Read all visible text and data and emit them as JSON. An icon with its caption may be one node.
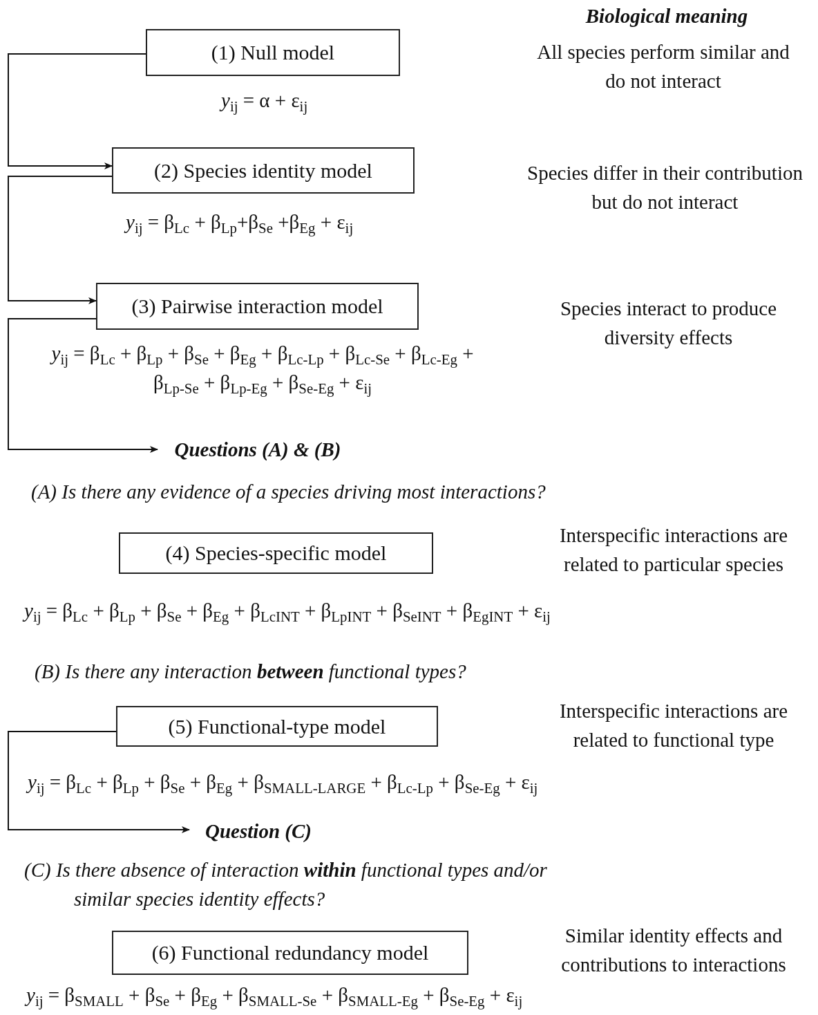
{
  "diagram": {
    "nodes": [
      {
        "text": [
          "(1) Null model"
        ],
        "beside": [
          "*y*$_{ij}$ = α + ε$_{ij}$"
        ]
      },
      {
        "text": [
          "(2) Species identity model"
        ],
        "beside": [
          "*y*$_{ij}$ = β$_{Lc}$ + β$_{Lp}$+β$_{Se}$ +β$_{Eg}$ + ε$_{ij}$"
        ]
      },
      {
        "text": [
          "(3) Pairwise interaction model"
        ],
        "beside": [
          "*y*$_{ij}$ = β$_{Lc}$ + β$_{Lp}$ + β$_{Se}$ + β$_{Eg}$ + β$_{Lc-Lp}$ + β$_{Lc-Se}$ + β$_{Lc-Eg}$ + β$_{Lp-Se}$ + β$_{Lp-Eg}$ + β$_{Se-Eg}$ + ε$_{ij}$"
        ]
      },
      {
        "text": [
          "Questions (A) & (B)"
        ]
      },
      {
        "text": [
          "(4) Species-specific model"
        ],
        "beside": [
          "*y*$_{ij}$ = β$_{Lc}$ + β$_{Lp}$ + β$_{Se}$ + β$_{Eg}$ + β$_{LcINT}$ + β$_{LpINT}$ + β$_{SeINT}$ + β$_{EgINT}$ + ε$_{ij}$"
        ]
      },
      {
        "text": [
          "(5) Functional-type model"
        ],
        "beside": [
          "*y*$_{ij}$ = β$_{Lc}$ + β$_{Lp}$ + β$_{Se}$ + β$_{Eg}$ + β$_{SMALL-LARGE}$ + β$_{Lc-Lp}$ + β$_{Se-Eg}$ + ε$_{ij}$"
        ]
      },
      {
        "text": [
          "Question (C)"
        ]
      },
      {
        "text": [
          "(6) Functional redundancy model"
        ],
        "beside": [
          "*y*$_{ij}$ = β$_{SMALL}$ + β$_{Se}$ + β$_{Eg}$ + β$_{SMALL-Se}$ + β$_{SMALL-Eg}$ + β$_{Se-Eg}$ + ε$_{ij}$"
        ]
      }
    ],
    "edges": [
      {
        "from": 0,
        "to": 1,
        "arrow": "to"
      },
      {
        "from": 1,
        "to": 2,
        "arrow": "to"
      },
      {
        "from": 2,
        "to": 3,
        "arrow": "to"
      },
      {
        "from": 5,
        "to": 6,
        "arrow": "to"
      }
    ],
    "labels": [
      "Biological meaning",
      "All species perform similar and do not interact",
      "Species differ in their contribution but do not interact",
      "Species interact to produce diversity effects",
      "(A) Is there any evidence of a species driving most interactions?",
      "Interspecific interactions are related to particular species",
      "(B) Is there any interaction **between** functional types?",
      "Interspecific interactions are related to functional type",
      "(C) Is there absence of interaction **within** functional types and/or similar species identity effects?",
      "Similar identity effects and contributions to interactions"
    ]
  }
}
